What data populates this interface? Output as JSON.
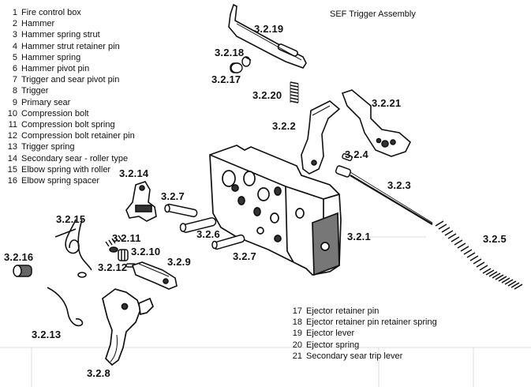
{
  "title": "SEF Trigger Assembly",
  "legend_left": [
    {
      "n": "1",
      "label": "Fire control box"
    },
    {
      "n": "2",
      "label": "Hammer"
    },
    {
      "n": "3",
      "label": "Hammer spring strut"
    },
    {
      "n": "4",
      "label": "Hammer strut retainer pin"
    },
    {
      "n": "5",
      "label": "Hammer spring"
    },
    {
      "n": "6",
      "label": "Hammer pivot pin"
    },
    {
      "n": "7",
      "label": "Trigger and sear pivot pin"
    },
    {
      "n": "8",
      "label": "Trigger"
    },
    {
      "n": "9",
      "label": "Primary sear"
    },
    {
      "n": "10",
      "label": "Compression bolt"
    },
    {
      "n": "11",
      "label": "Compression bolt spring"
    },
    {
      "n": "12",
      "label": "Compression bolt retainer pin"
    },
    {
      "n": "13",
      "label": "Trigger spring"
    },
    {
      "n": "14",
      "label": "Secondary sear - roller type"
    },
    {
      "n": "15",
      "label": "Elbow spring with roller"
    },
    {
      "n": "16",
      "label": "Elbow spring spacer"
    }
  ],
  "legend_right": [
    {
      "n": "17",
      "label": "Ejector retainer pin"
    },
    {
      "n": "18",
      "label": "Ejector retainer pin retainer spring"
    },
    {
      "n": "19",
      "label": "Ejector lever"
    },
    {
      "n": "20",
      "label": "Ejector spring"
    },
    {
      "n": "21",
      "label": "Secondary sear trip lever"
    }
  ],
  "callouts": {
    "c3219": "3.2.19",
    "c3218": "3.2.18",
    "c3217": "3.2.17",
    "c3220": "3.2.20",
    "c3221": "3.2.21",
    "c322": "3.2.2",
    "c324": "3.2.4",
    "c323": "3.2.3",
    "c3214": "3.2.14",
    "c327a": "3.2.7",
    "c3215": "3.2.15",
    "c321": "3.2.1",
    "c325": "3.2.5",
    "c3211": "3.2.11",
    "c326": "3.2.6",
    "c3210": "3.2.10",
    "c3216": "3.2.16",
    "c3212": "3.2.12",
    "c329": "3.2.9",
    "c327b": "3.2.7",
    "c3213": "3.2.13",
    "c328": "3.2.8"
  }
}
